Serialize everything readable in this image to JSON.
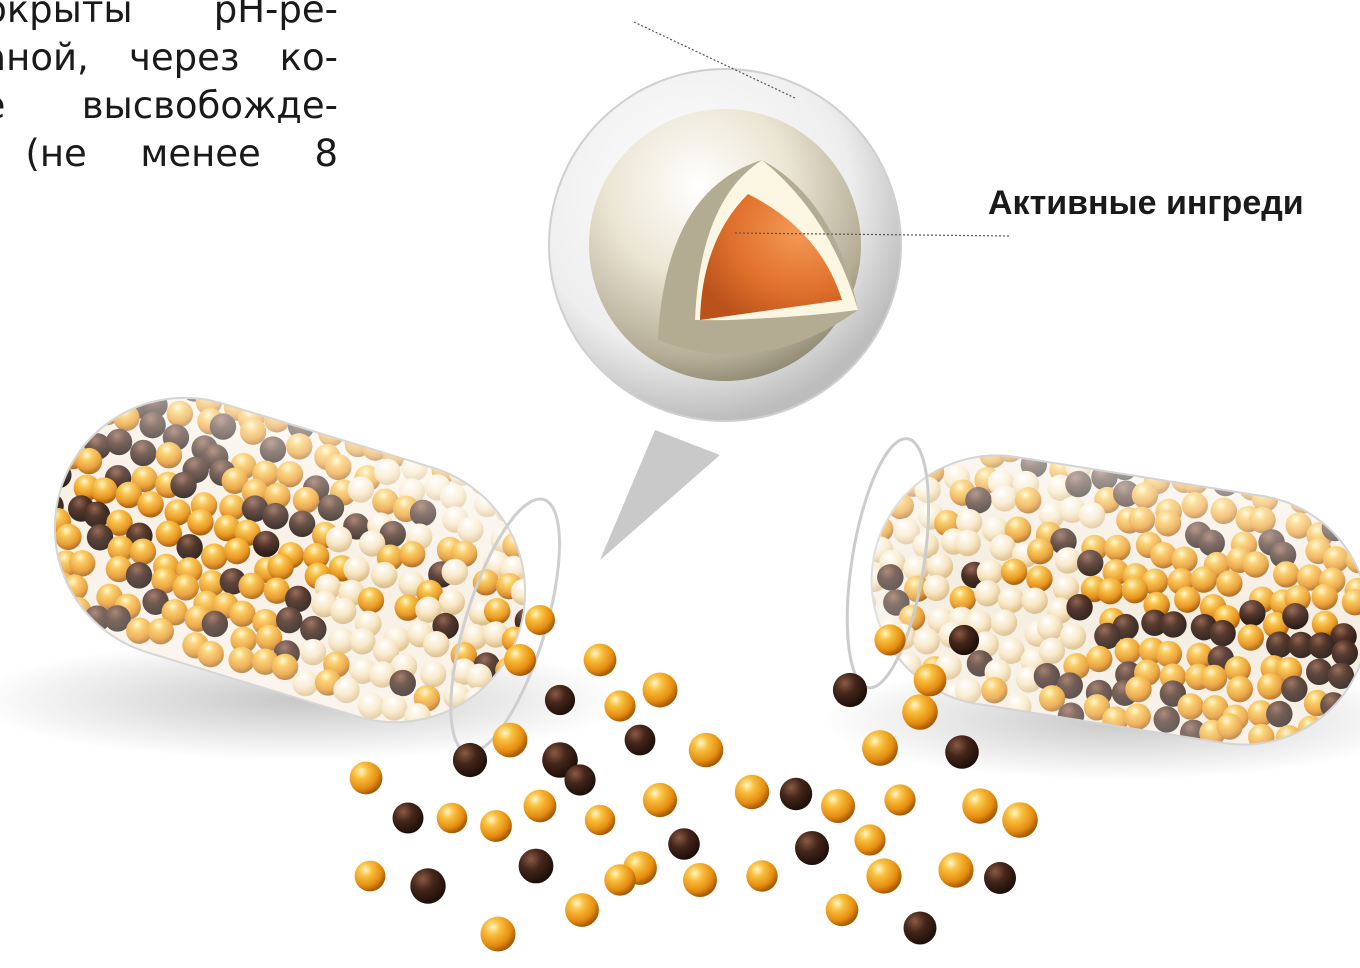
{
  "description": {
    "lines": [
      "покрыты pH-ре-",
      "раной, через ко-",
      "ое высвобожде-",
      ". (не менее 8"
    ]
  },
  "callout_label": "Активные ингреди",
  "colors": {
    "core": "#e0702c",
    "layer": "#fbf6e2",
    "shell": "#d9d2bd",
    "bead_gold": "#f5a51e",
    "bead_brown": "#3f2318",
    "leader_line": "#555555"
  }
}
